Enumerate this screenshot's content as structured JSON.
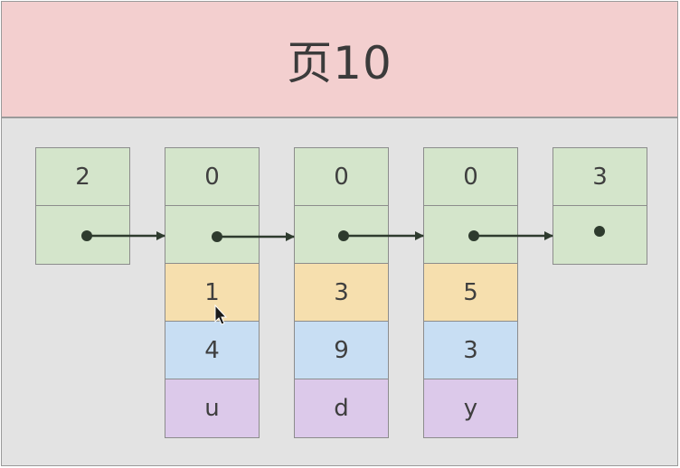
{
  "page": {
    "title": "页10"
  },
  "records": [
    {
      "header": "2",
      "fields": []
    },
    {
      "header": "0",
      "fields": [
        "1",
        "4",
        "u"
      ]
    },
    {
      "header": "0",
      "fields": [
        "3",
        "9",
        "d"
      ]
    },
    {
      "header": "0",
      "fields": [
        "5",
        "3",
        "y"
      ]
    },
    {
      "header": "3",
      "fields": []
    }
  ],
  "colors": {
    "page_background": "#e3e3e3",
    "title_bar": "#f3cfcf",
    "header_cell": "#d4e5cb",
    "field_1": "#f6dfae",
    "field_2": "#c8def3",
    "field_3": "#dcc9ea",
    "pointer": "#2e3b2e"
  }
}
